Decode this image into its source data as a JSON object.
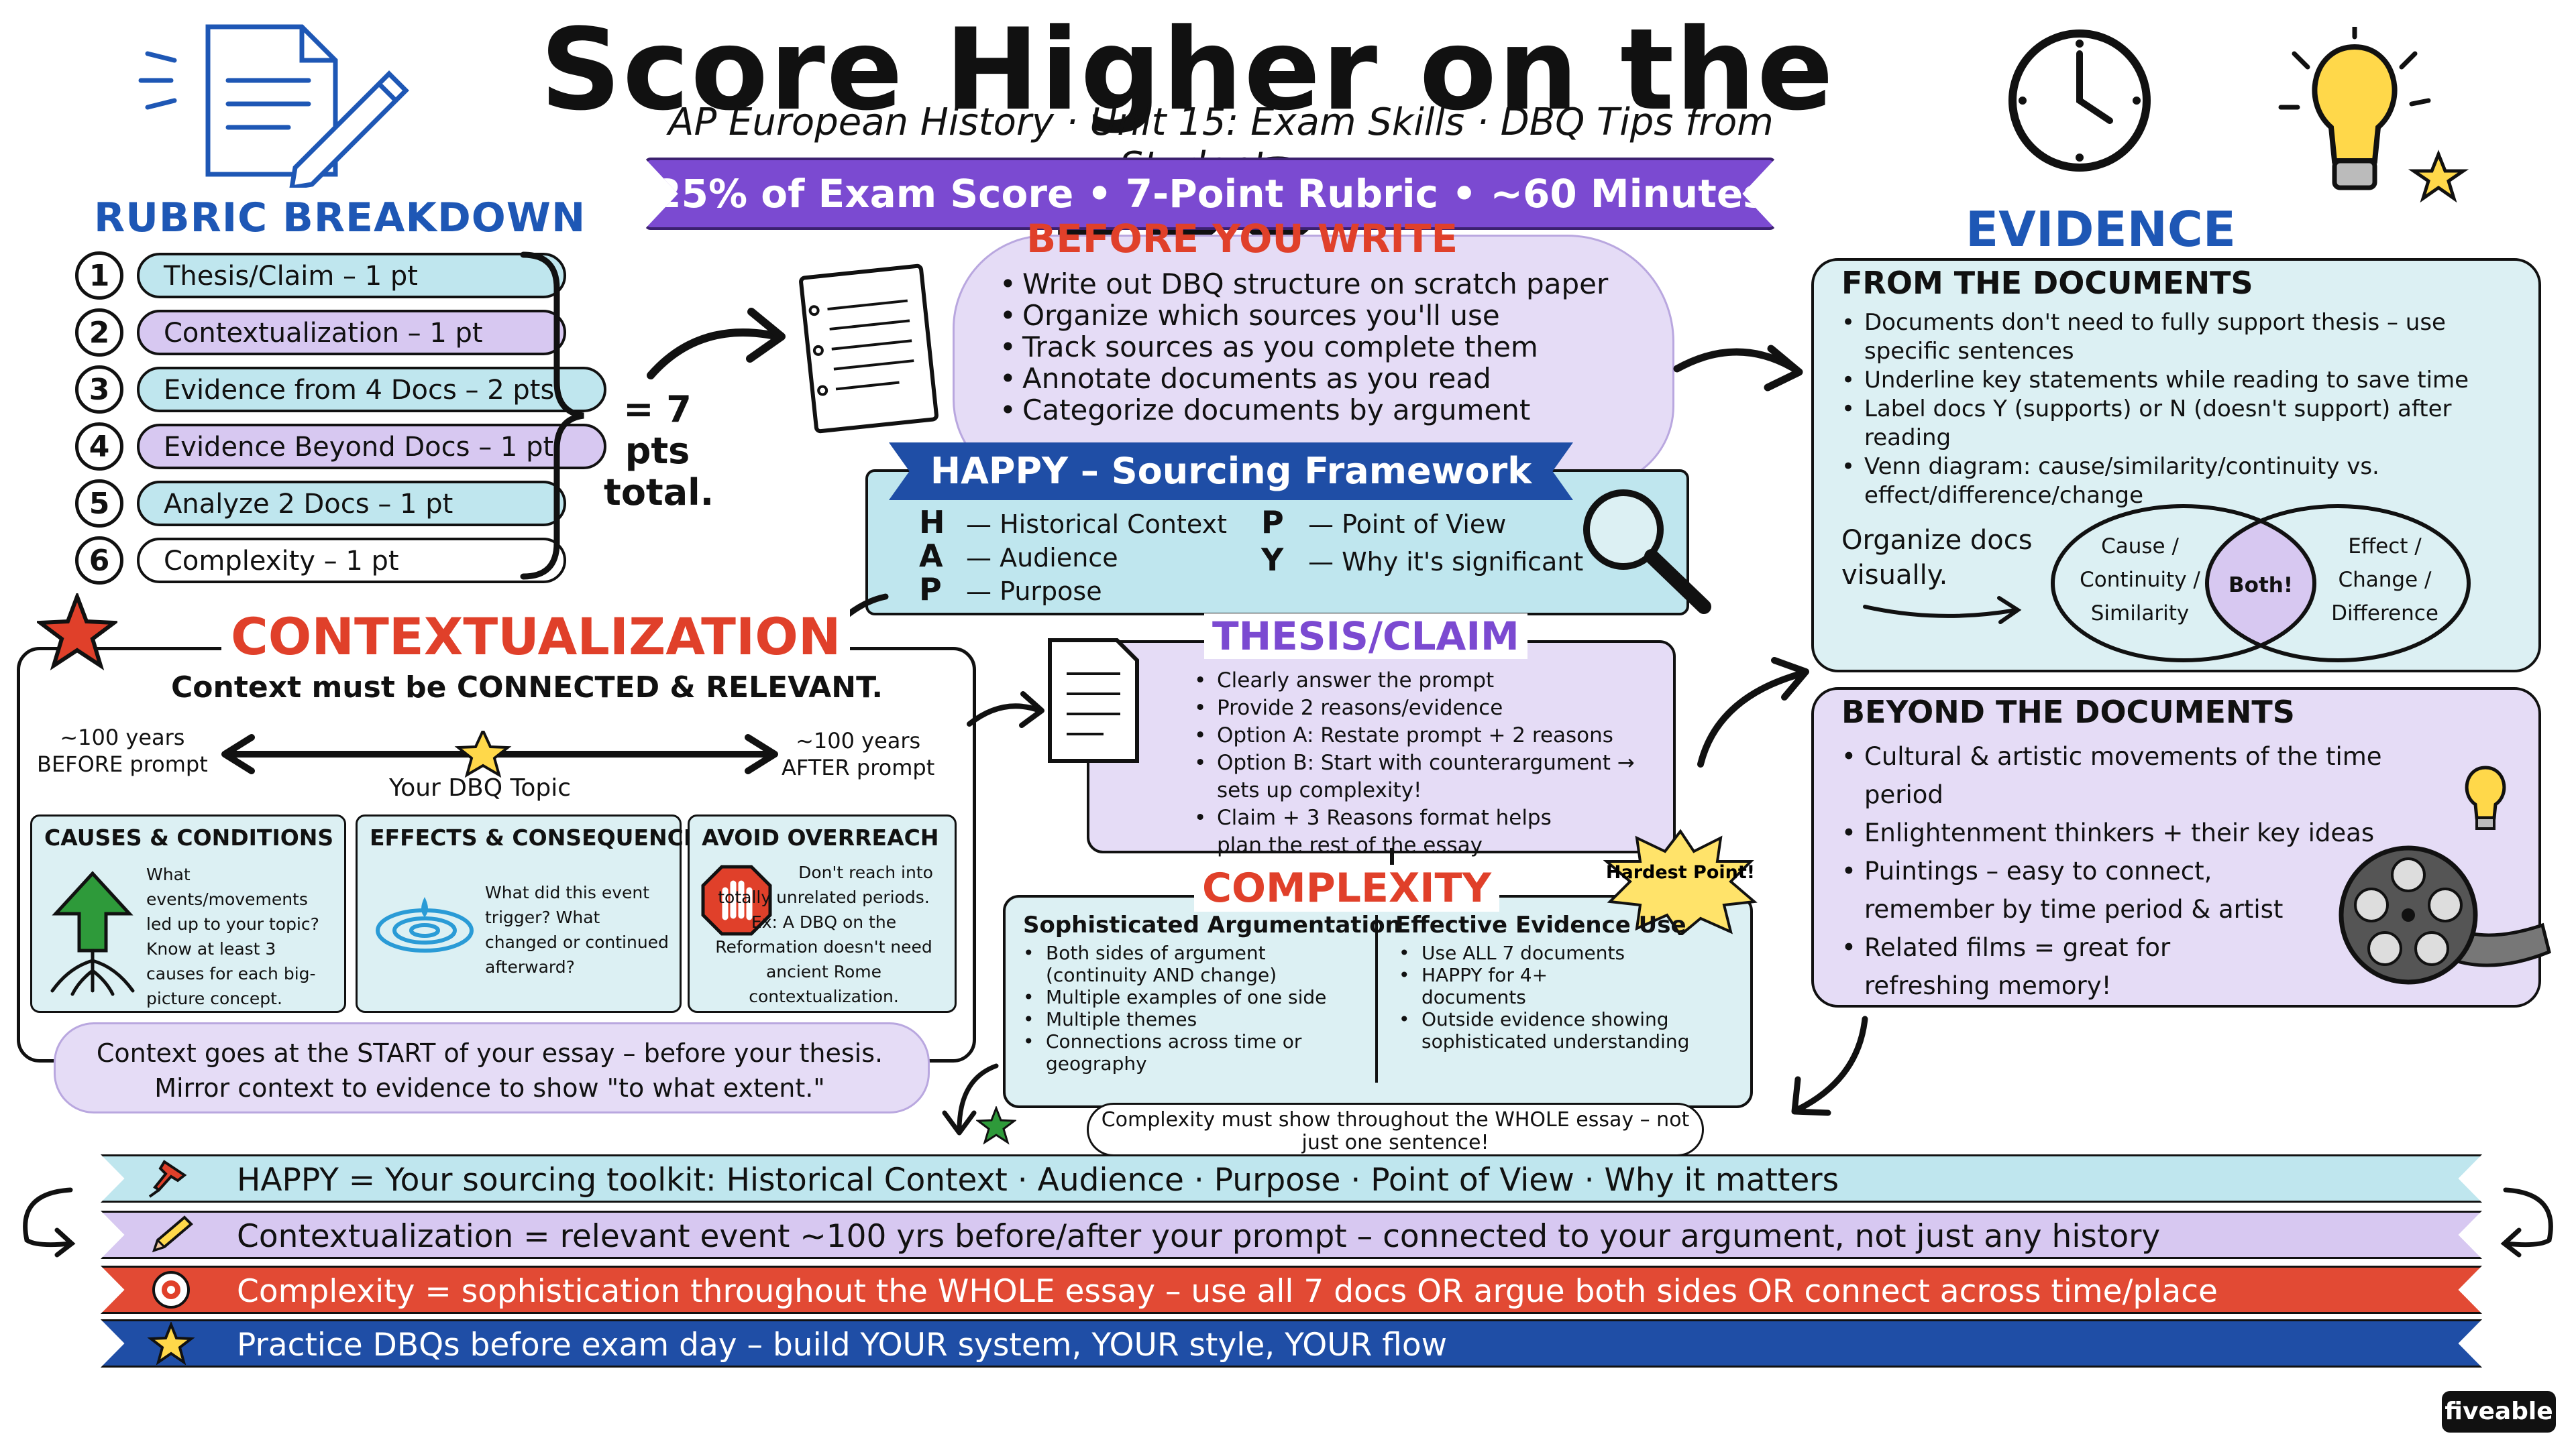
{
  "title": "Score Higher on the DBQ",
  "subtitle": "AP European History · Unit 15: Exam Skills · DBQ Tips from Students...",
  "ribbon": "25% of Exam Score • 7-Point Rubric • ~60 Minutes",
  "rubric": {
    "heading": "RUBRIC BREAKDOWN",
    "items": [
      {
        "num": "1",
        "label": "Thesis/Claim – 1 pt"
      },
      {
        "num": "2",
        "label": "Contextualization – 1 pt"
      },
      {
        "num": "3",
        "label": "Evidence from 4 Docs – 2 pts"
      },
      {
        "num": "4",
        "label": "Evidence Beyond Docs – 1 pt"
      },
      {
        "num": "5",
        "label": "Analyze 2 Docs – 1 pt"
      },
      {
        "num": "6",
        "label": "Complexity – 1 pt"
      }
    ],
    "total_line1": "= 7",
    "total_line2": "pts",
    "total_line3": "total."
  },
  "before_write": {
    "heading": "BEFORE YOU WRITE",
    "items": [
      "Write out DBQ structure on scratch paper",
      "Organize which sources you'll use",
      "Track sources as you complete them",
      "Annotate documents as you read",
      "Categorize documents by argument"
    ]
  },
  "happy": {
    "heading": "HAPPY – Sourcing Framework",
    "items": [
      {
        "letter": "H",
        "text": "— Historical Context"
      },
      {
        "letter": "A",
        "text": "— Audience"
      },
      {
        "letter": "P",
        "text": "— Purpose"
      },
      {
        "letter": "P",
        "text": "— Point of View"
      },
      {
        "letter": "Y",
        "text": "— Why it's significant"
      }
    ]
  },
  "evidence": {
    "heading": "EVIDENCE",
    "from_docs": {
      "heading": "FROM THE DOCUMENTS",
      "items": [
        "Documents don't need to fully support thesis – use specific sentences",
        "Underline key statements while reading to save time",
        "Label docs Y (supports) or N (doesn't support) after reading",
        "Venn diagram: cause/similarity/continuity vs. effect/difference/change"
      ],
      "organize_line1": "Organize docs",
      "organize_line2": "visually.",
      "venn_left": [
        "Cause /",
        "Continuity /",
        "Similarity"
      ],
      "venn_mid": "Both!",
      "venn_right": [
        "Effect /",
        "Change /",
        "Difference"
      ]
    },
    "beyond": {
      "heading": "BEYOND THE DOCUMENTS",
      "items": [
        "Cultural & artistic movements of the time period",
        "Enlightenment thinkers + their key ideas",
        "Puintings – easy to connect, remember by time period & artist",
        "Related films = great for refreshing memory!"
      ]
    }
  },
  "context": {
    "heading": "CONTEXTUALIZATION",
    "subheading": "Context must be CONNECTED & RELEVANT.",
    "before_line1": "~100 years",
    "before_line2": "BEFORE prompt",
    "after_line1": "~100 years",
    "after_line2": "AFTER prompt",
    "topic": "Your DBQ Topic",
    "cards": [
      {
        "heading": "CAUSES & CONDITIONS",
        "text": "What events/movements led up to your topic? Know at least 3 causes for each big-picture concept."
      },
      {
        "heading": "EFFECTS & CONSEQUENCES",
        "text": "What did this event trigger? What changed or continued afterward?"
      },
      {
        "heading": "AVOID OVERREACH",
        "text": "Don't reach into totally unrelated periods. Ex: A DBQ on the Reformation doesn't need ancient Rome contextualization."
      }
    ],
    "note_line1": "Context goes at the START of your essay – before your thesis.",
    "note_line2": "Mirror context to evidence to show \"to what extent.\""
  },
  "thesis": {
    "heading": "THESIS/CLAIM",
    "items": [
      "Clearly answer the prompt",
      "Provide 2 reasons/evidence",
      "Option A: Restate prompt + 2 reasons",
      "Option B: Start with counterargument → sets up complexity!",
      "Claim + 3 Reasons format helps plan the rest of the essay"
    ]
  },
  "complexity": {
    "heading": "COMPLEXITY",
    "badge": "Hardest Point!",
    "left_heading": "Sophisticated Argumentation",
    "left_items": [
      "Both sides of argument (continuity AND change)",
      "Multiple examples of one side",
      "Multiple themes",
      "Connections across time or geography"
    ],
    "right_heading": "Effective Evidence Use",
    "right_items": [
      "Use ALL 7 documents",
      "HAPPY for 4+ documents",
      "Outside evidence showing sophisticated understanding"
    ],
    "note": "Complexity must show throughout the WHOLE essay – not just one sentence!"
  },
  "bands": [
    {
      "text": "HAPPY = Your sourcing toolkit: Historical Context · Audience · Purpose · Point of View · Why it matters",
      "icon": "pushpin-icon"
    },
    {
      "text": "Contextualization = relevant event ~100 yrs before/after your prompt – connected to your argument, not just any history",
      "icon": "pencil-icon"
    },
    {
      "text": "Complexity = sophistication throughout the WHOLE essay – use all 7 docs OR argue both sides OR connect across time/place",
      "icon": "target-icon"
    },
    {
      "text": "Practice DBQs before exam day – build YOUR system, YOUR style, YOUR flow",
      "icon": "star-icon"
    }
  ],
  "logo": "fiveable",
  "colors": {
    "red": "#e0402a",
    "blue": "#1e57b5",
    "purple": "#7b4ad1",
    "light_blue": "#bfe6ee",
    "light_purple": "#d7c8f1"
  }
}
